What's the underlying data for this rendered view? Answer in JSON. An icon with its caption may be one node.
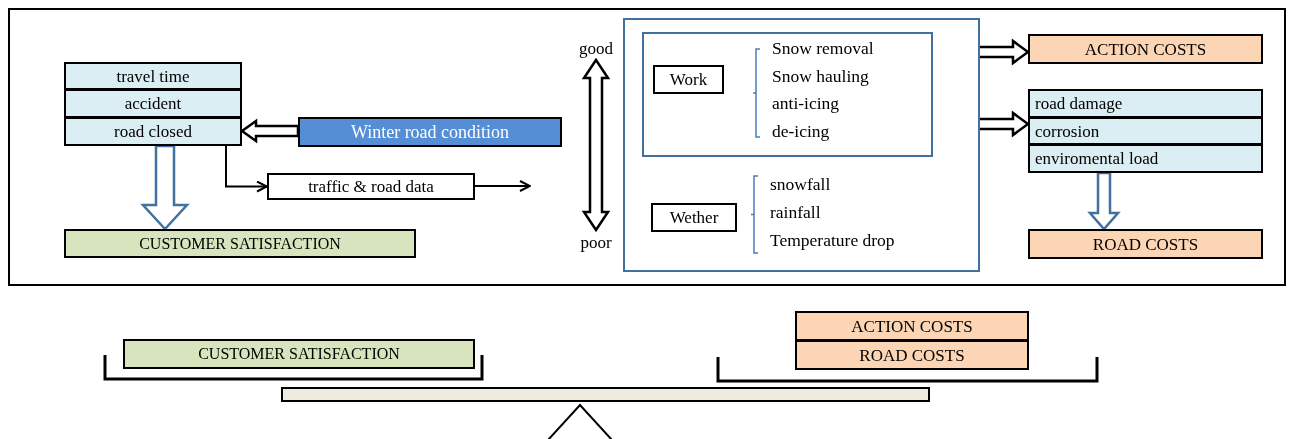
{
  "diagram": {
    "nodes": [
      {
        "text": [
          "travel time"
        ]
      },
      {
        "text": [
          "accident"
        ]
      },
      {
        "text": [
          "road closed"
        ]
      },
      {
        "text": [
          "Winter road condition"
        ]
      },
      {
        "text": [
          "traffic & road data"
        ]
      },
      {
        "text": [
          "CUSTOMER SATISFACTION"
        ]
      },
      {
        "text": [
          "good"
        ]
      },
      {
        "text": [
          "poor"
        ]
      },
      {
        "text": [
          "snowfall",
          "rainfall",
          "Temperature drop"
        ]
      },
      {
        "text": [
          "Snow removal",
          "Snow hauling",
          "anti-icing",
          "de-icing"
        ],
        "in": 8
      },
      {
        "text": [
          "Work"
        ],
        "in": 9
      },
      {
        "text": [
          "Wether"
        ],
        "in": 8
      },
      {
        "text": [
          "ACTION COSTS"
        ]
      },
      {
        "text": [
          "road damage"
        ]
      },
      {
        "text": [
          "corrosion"
        ]
      },
      {
        "text": [
          "enviromental load"
        ]
      },
      {
        "text": [
          "ROAD COSTS"
        ]
      },
      {
        "text": [
          "CUSTOMER SATISFACTION"
        ]
      },
      {
        "text": [
          "ACTION COSTS"
        ]
      },
      {
        "text": [
          "ROAD COSTS"
        ]
      }
    ],
    "edges": [
      {
        "from": 3,
        "to": 2,
        "arrow": "to",
        "style": "thick"
      },
      {
        "from": 2,
        "to": 5,
        "arrow": "to",
        "style": "thick",
        "color": "#41719c"
      },
      {
        "from": 2,
        "to": 4,
        "arrow": "to"
      },
      {
        "from": 4,
        "to": null,
        "arrow": "to"
      },
      {
        "from": 6,
        "to": 7,
        "arrow": "both",
        "style": "thick"
      },
      {
        "from": 9,
        "to": 12,
        "arrow": "to",
        "style": "thick"
      },
      {
        "from": 9,
        "to": 14,
        "arrow": "to",
        "style": "thick"
      },
      {
        "from": 15,
        "to": 16,
        "arrow": "to",
        "style": "thick",
        "color": "#41719c"
      }
    ]
  }
}
